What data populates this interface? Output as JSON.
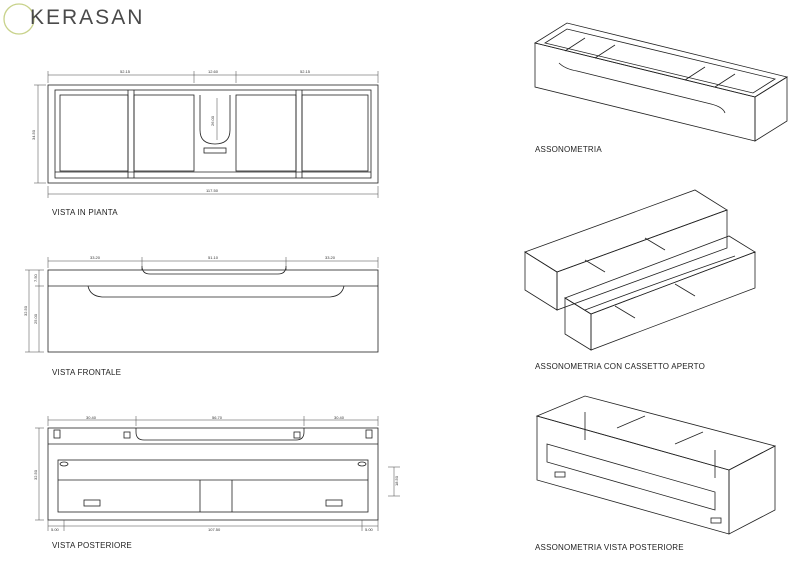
{
  "brand": {
    "name": "KERASAN",
    "accent": "#c8d28a"
  },
  "views": {
    "plan": {
      "caption": "VISTA IN PIANTA",
      "dims": {
        "left": "52.15",
        "center": "12.60",
        "right": "52.15",
        "depth": "34.50",
        "overall": "117.50",
        "basin": "26.00"
      }
    },
    "front": {
      "caption": "VISTA FRONTALE",
      "dims": {
        "left": "33.20",
        "center": "51.10",
        "right": "33.20",
        "top": "7.50",
        "drawer": "25.00",
        "height": "32.50"
      }
    },
    "rear": {
      "caption": "VISTA POSTERIORE",
      "dims": {
        "left": "30.40",
        "center": "56.70",
        "right": "30.40",
        "height": "32.50",
        "rail": "18.50",
        "side_l": "5.00",
        "overall": "107.50",
        "side_r": "5.00"
      }
    },
    "axo": {
      "caption": "ASSONOMETRIA"
    },
    "axo_open": {
      "caption": "ASSONOMETRIA CON CASSETTO APERTO"
    },
    "axo_rear": {
      "caption": "ASSONOMETRIA VISTA POSTERIORE"
    }
  }
}
